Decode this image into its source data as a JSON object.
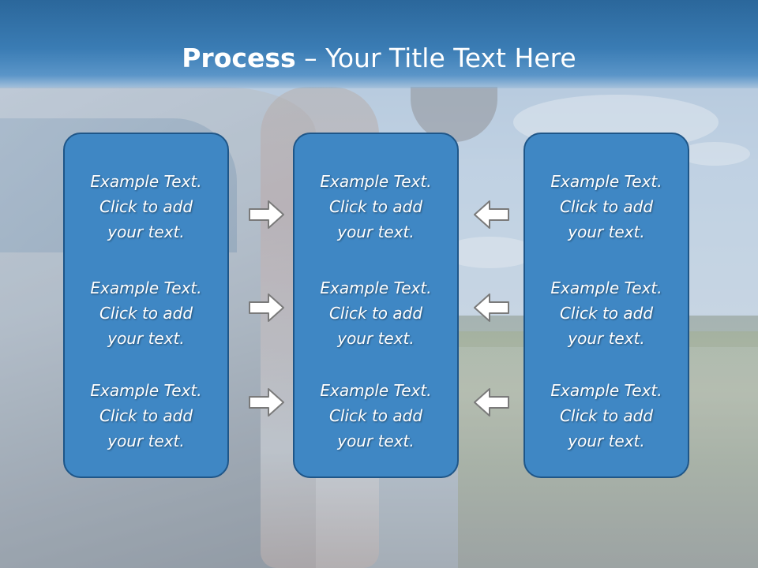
{
  "slide": {
    "title_bold": "Process",
    "title_rest": " – Your Title Text Here"
  },
  "columns": [
    {
      "items": [
        {
          "line1": "Example Text.",
          "line2": "Click  to add",
          "line3": "your text."
        },
        {
          "line1": "Example Text.",
          "line2": "Click  to add",
          "line3": "your text."
        },
        {
          "line1": "Example Text.",
          "line2": "Click  to add",
          "line3": "your text."
        }
      ]
    },
    {
      "items": [
        {
          "line1": "Example Text.",
          "line2": "Click  to add",
          "line3": "your text."
        },
        {
          "line1": "Example Text.",
          "line2": "Click  to add",
          "line3": "your text."
        },
        {
          "line1": "Example Text.",
          "line2": "Click  to add",
          "line3": "your text."
        }
      ]
    },
    {
      "items": [
        {
          "line1": "Example Text.",
          "line2": "Click  to add",
          "line3": "your text."
        },
        {
          "line1": "Example Text.",
          "line2": "Click  to add",
          "line3": "your text."
        },
        {
          "line1": "Example Text.",
          "line2": "Click  to add",
          "line3": "your text."
        }
      ]
    }
  ],
  "icons": {
    "right_arrows": "arrow-right-icon",
    "left_arrows": "arrow-left-icon"
  },
  "colors": {
    "header": "#3a7cb4",
    "box_fill": "#3f87c4",
    "box_border": "#1f5688",
    "text": "#ffffff"
  }
}
